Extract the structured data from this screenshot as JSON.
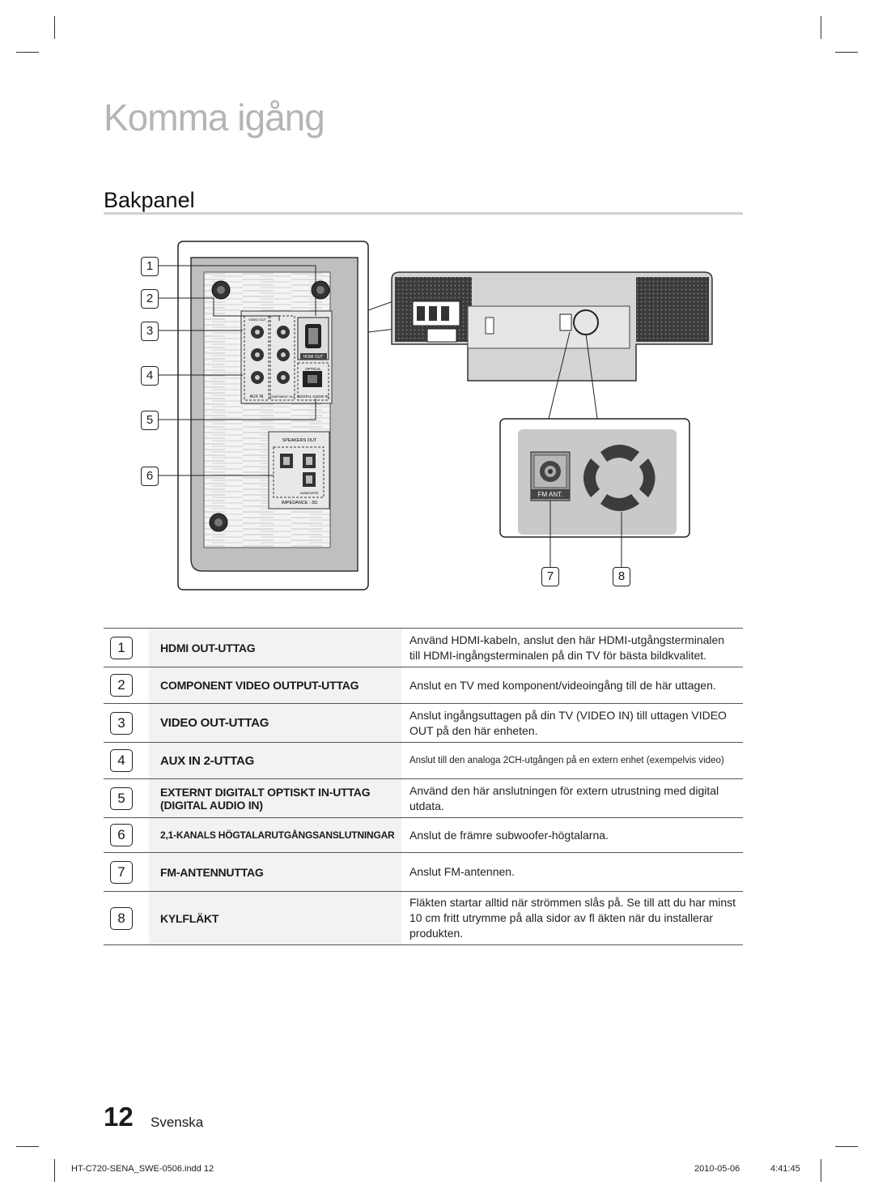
{
  "chapter_title": "Komma igång",
  "section_title": "Bakpanel",
  "diagram": {
    "callouts": [
      "1",
      "2",
      "3",
      "4",
      "5",
      "6",
      "7",
      "8"
    ],
    "panel_labels": {
      "video_out": "VIDEO OUT",
      "hdmi_out": "HDMI OUT",
      "aux_in": "AUX IN",
      "component_out": "COMPONENT OUT",
      "digital_audio_in": "DIGITAL AUDIO IN",
      "optical": "OPTICAL",
      "speakers_out": "SPEAKERS OUT",
      "impedance": "IMPEDANCE : 3Ω",
      "subwoofer": "SUBWOOFER",
      "fm_ant": "FM ANT."
    }
  },
  "table": {
    "rows": [
      {
        "num": "1",
        "label": "HDMI OUT-UTTAG",
        "desc": "Använd HDMI-kabeln, anslut den här HDMI-utgångsterminalen till HDMI-ingångsterminalen på din TV för bästa bildkvalitet."
      },
      {
        "num": "2",
        "label": "COMPONENT VIDEO OUTPUT-UTTAG",
        "desc": "Anslut en TV med komponent/videoingång till de här uttagen."
      },
      {
        "num": "3",
        "label": "VIDEO OUT-UTTAG",
        "desc": "Anslut ingångsuttagen på din TV (VIDEO IN) till uttagen VIDEO OUT på den här enheten."
      },
      {
        "num": "4",
        "label": "AUX IN 2-UTTAG",
        "desc": "Anslut till den analoga 2CH-utgången på en extern enhet (exempelvis video)"
      },
      {
        "num": "5",
        "label": "EXTERNT DIGITALT OPTISKT IN-UTTAG (DIGITAL AUDIO IN)",
        "desc": "Använd den här anslutningen för extern utrustning med digital utdata."
      },
      {
        "num": "6",
        "label": "2,1-KANALS HÖGTALARUTGÅNGSANSLUTNINGAR",
        "desc": "Anslut de främre subwoofer-högtalarna."
      },
      {
        "num": "7",
        "label": "FM-ANTENNUTTAG",
        "desc": "Anslut FM-antennen."
      },
      {
        "num": "8",
        "label": "KYLFLÄKT",
        "desc": "Fläkten startar alltid när strömmen slås på. Se till att du har minst 10 cm fritt utrymme på alla sidor av fl äkten när du installerar produkten."
      }
    ]
  },
  "footer": {
    "page_number": "12",
    "language": "Svenska",
    "file": "HT-C720-SENA_SWE-0506.indd   12",
    "date": "2010-05-06",
    "time": "4:41:45"
  }
}
